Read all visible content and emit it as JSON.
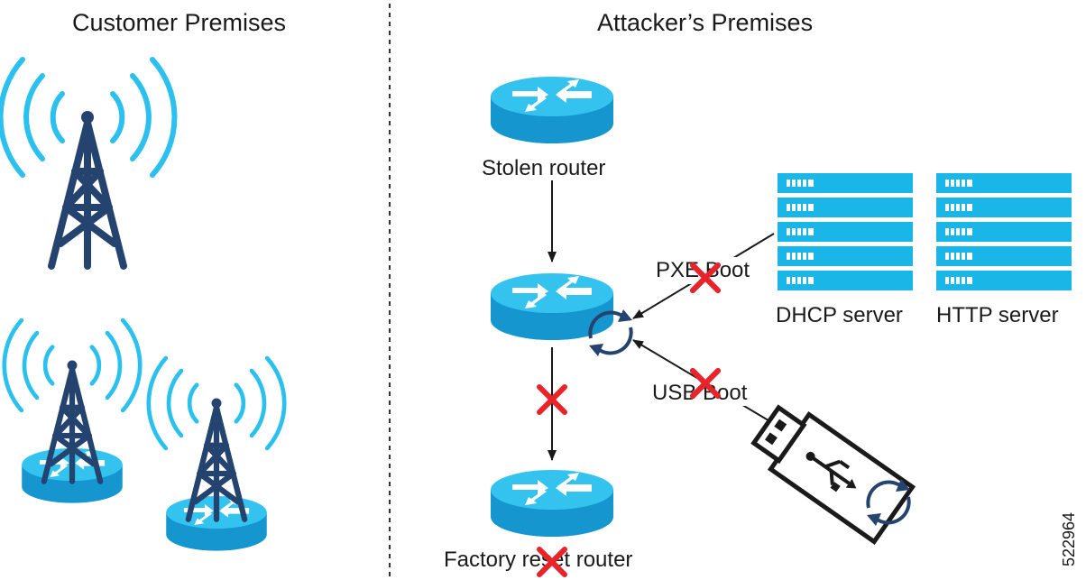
{
  "headings": {
    "left": "Customer Premises",
    "right": "Attacker’s Premises"
  },
  "nodes": {
    "stolen_router": "Stolen router",
    "factory_reset_router": "Factory reset router",
    "dhcp_server": "DHCP server",
    "http_server": "HTTP server"
  },
  "edges": {
    "pxe_boot": "PXE Boot",
    "usb_boot": "USB Boot"
  },
  "figure_id": "522964",
  "colors": {
    "router_blue": "#1ab6e8",
    "tower_navy": "#24446f",
    "wave_blue": "#2cc0ee",
    "block_red": "#e8232a",
    "line": "#1a1a1a"
  }
}
